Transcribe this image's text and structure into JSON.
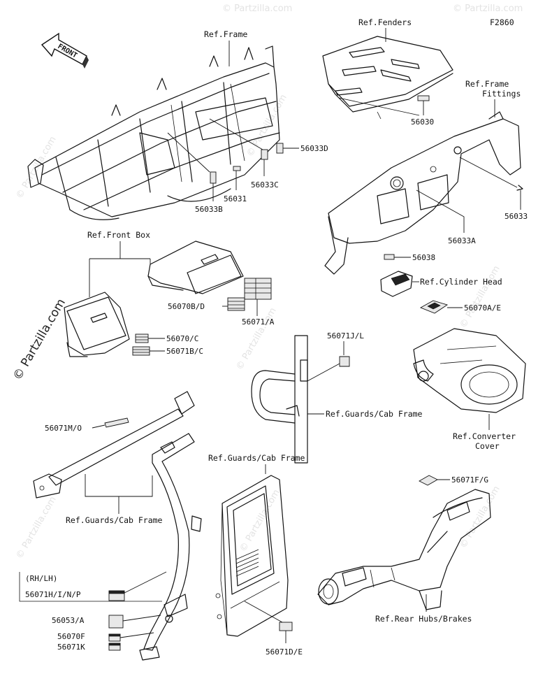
{
  "diagram_id": "F2860",
  "watermark": {
    "text": "© Partzilla.com"
  },
  "front_arrow": {
    "text": "FRONT"
  },
  "refs": {
    "frame": "Ref.Frame",
    "fenders": "Ref.Fenders",
    "frame_fittings_1": "Ref.Frame",
    "frame_fittings_2": "Fittings",
    "front_box": "Ref.Front Box",
    "cylinder_head": "Ref.Cylinder Head",
    "guards_cab_1": "Ref.Guards/Cab Frame",
    "guards_cab_2": "Ref.Guards/Cab Frame",
    "guards_cab_3": "Ref.Guards/Cab Frame",
    "converter_1": "Ref.Converter",
    "converter_2": "Cover",
    "rear_hubs": "Ref.Rear Hubs/Brakes"
  },
  "parts": {
    "p56033D": "56033D",
    "p56033C": "56033C",
    "p56031": "56031",
    "p56033B": "56033B",
    "p56030": "56030",
    "p56033": "56033",
    "p56033A": "56033A",
    "p56038": "56038",
    "p56070BD": "56070B/D",
    "p56071A": "56071/A",
    "p56070C": "56070/C",
    "p56071BC": "56071B/C",
    "p56070AE": "56070A/E",
    "p56071JL": "56071J/L",
    "p56071MO": "56071M/O",
    "p56071FG": "56071F/G",
    "rhlh": "(RH/LH)",
    "p56071HINP": "56071H/I/N/P",
    "p56053A": "56053/A",
    "p56070F": "56070F",
    "p56071K": "56071K",
    "p56071DE": "56071D/E"
  }
}
